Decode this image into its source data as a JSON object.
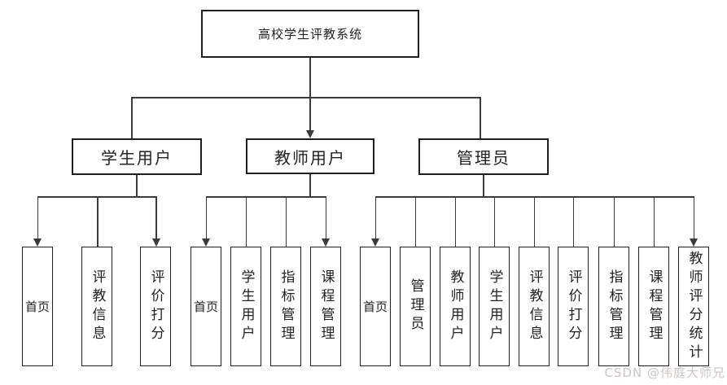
{
  "diagram": {
    "title_node": {
      "label": "高校学生评教系统"
    },
    "branches": [
      {
        "label": "学生用户",
        "children": [
          {
            "label": "首页"
          },
          {
            "label": "评教信息"
          },
          {
            "label": "评价打分"
          }
        ]
      },
      {
        "label": "教师用户",
        "children": [
          {
            "label": "首页"
          },
          {
            "label": "学生用户"
          },
          {
            "label": "指标管理"
          },
          {
            "label": "课程管理"
          }
        ]
      },
      {
        "label": "管理员",
        "children": [
          {
            "label": "首页"
          },
          {
            "label": "管理员"
          },
          {
            "label": "教师用户"
          },
          {
            "label": "学生用户"
          },
          {
            "label": "评教信息"
          },
          {
            "label": "评价打分"
          },
          {
            "label": "指标管理"
          },
          {
            "label": "课程管理"
          },
          {
            "label": "教师评分统计"
          }
        ]
      }
    ]
  },
  "watermark": {
    "text": "CSDN @伟庭大师兄"
  },
  "colors": {
    "line": "#3b3b3b",
    "border": "#1f1f1f",
    "text": "#222222",
    "watermark": "#cfc4c4",
    "background": "#ffffff"
  }
}
